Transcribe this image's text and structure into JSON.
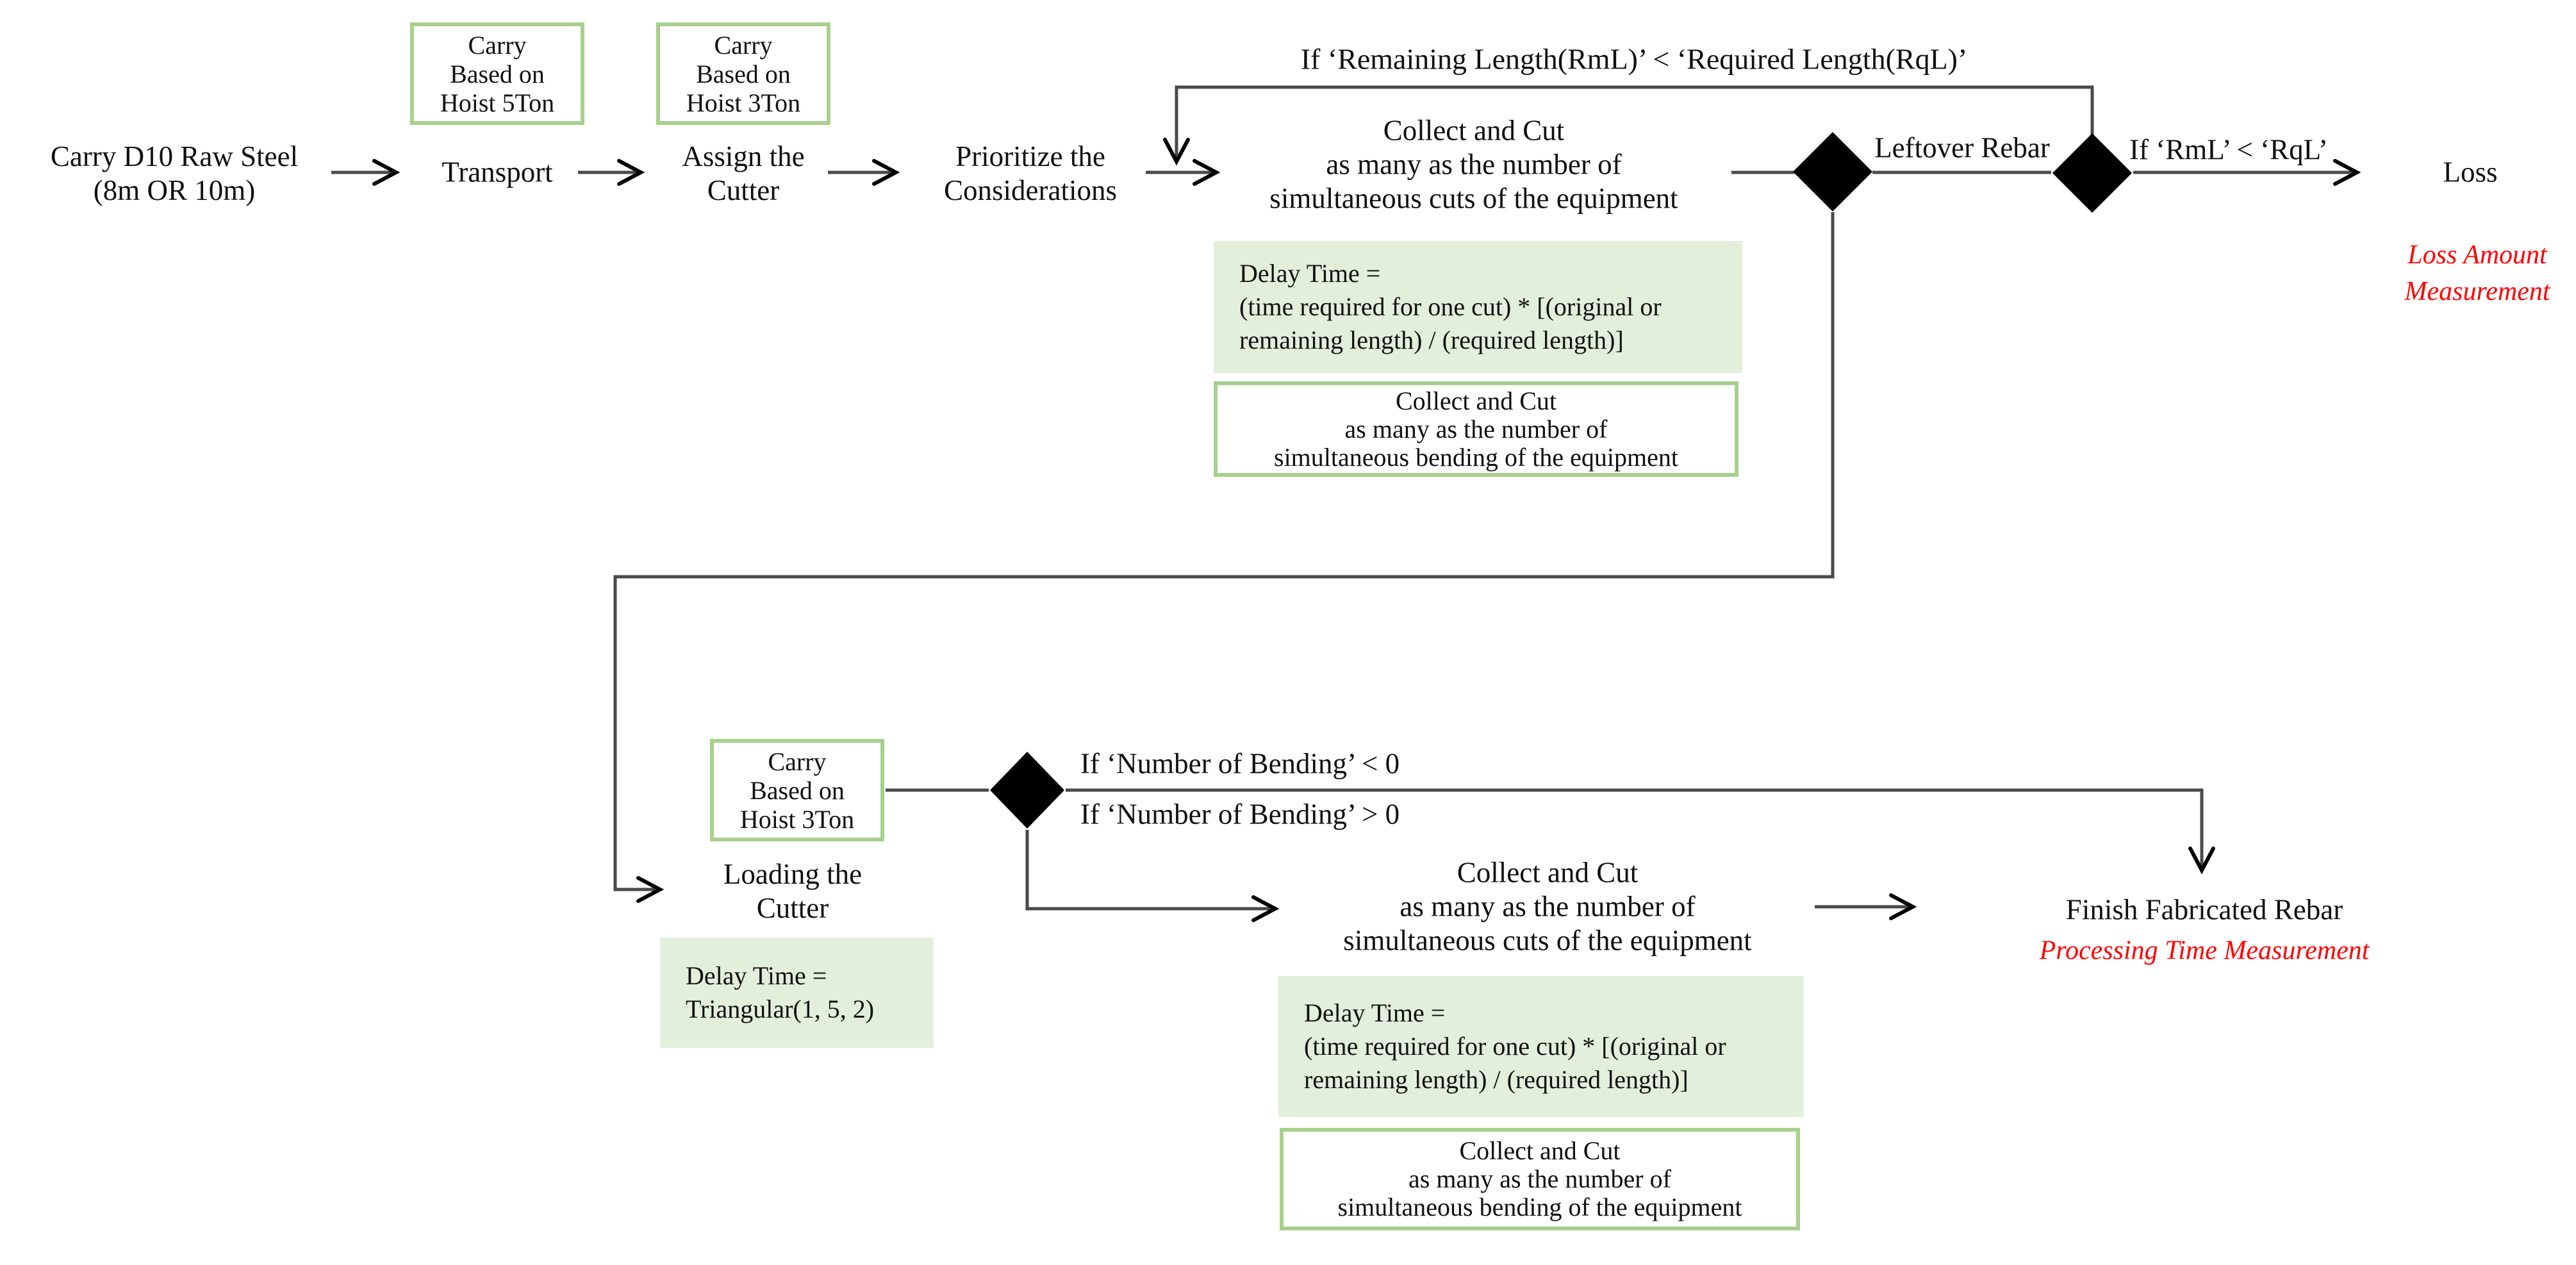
{
  "colors": {
    "green_border": "#a8d08d",
    "green_fill": "#e2efda",
    "connector_line": "#4a4a4a",
    "diamond": "#000000",
    "text": "#101010",
    "note_red": "#ff0000"
  },
  "flow": {
    "carry_d10": "Carry D10 Raw Steel\n(8m OR 10m)",
    "hoist5": "Carry\nBased on\nHoist 5Ton",
    "hoist3": "Carry\nBased on\nHoist 3Ton",
    "transport": "Transport",
    "assign_cutter": "Assign the\nCutter",
    "prioritize": "Prioritize the\nConsiderations",
    "feedback_condition": "If ‘Remaining Length(RmL)’ < ‘Required Length(RqL)’",
    "collect_cut": "Collect and Cut\nas many as the number of\nsimultaneous cuts of the equipment",
    "delay_cut": "Delay Time =\n(time required for one cut) * [(original or\nremaining length) / (required length)]",
    "bending_capacity": "Collect and Cut\nas many as the number of\nsimultaneous bending of the equipment",
    "leftover_rebar": "Leftover Rebar",
    "rml_condition": "If ‘RmL’ < ‘RqL’",
    "loss": "Loss",
    "loss_note": "Loss Amount\nMeasurement",
    "loading_cutter": "Loading the\nCutter",
    "delay_loading": "Delay Time =\nTriangular(1, 5, 2)",
    "bending_lt0": "If ‘Number of Bending’ < 0",
    "bending_gt0": "If ‘Number of Bending’ > 0",
    "finish": "Finish Fabricated Rebar",
    "finish_note": "Processing Time Measurement"
  }
}
